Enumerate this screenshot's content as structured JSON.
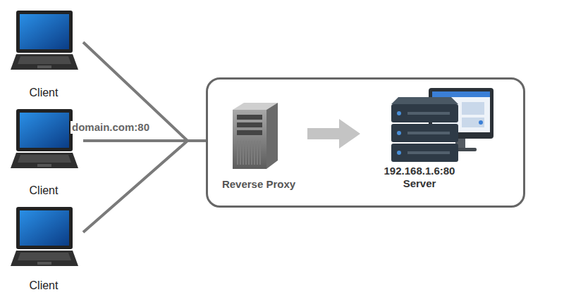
{
  "diagram": {
    "nodes": [
      {
        "text": [
          "Client"
        ]
      },
      {
        "text": [
          "Client"
        ]
      },
      {
        "text": [
          "Client"
        ]
      },
      {
        "text": []
      },
      {
        "text": [
          "Reverse Proxy"
        ],
        "in": 3
      },
      {
        "text": [
          "192.168.1.6:80",
          "Server"
        ],
        "in": 3
      }
    ],
    "edges": [
      {
        "from": 0,
        "to": 3,
        "arrow": "none"
      },
      {
        "from": 1,
        "to": 3,
        "label": "domain.com:80",
        "arrow": "none"
      },
      {
        "from": 2,
        "to": 3,
        "arrow": "none"
      },
      {
        "from": 4,
        "to": 5,
        "arrow": "to"
      }
    ]
  }
}
